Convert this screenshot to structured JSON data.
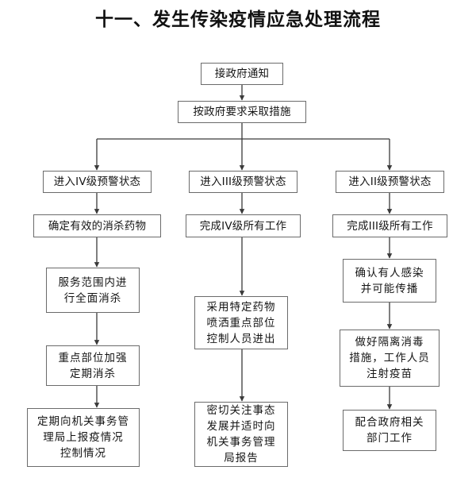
{
  "title": "十一、发生传染疫情应急处理流程",
  "chart_data": {
    "type": "diagram",
    "title": "十一、发生传染疫情应急处理流程",
    "orientation": "top-down",
    "branch_count": 3,
    "nodes": [
      {
        "id": "n1",
        "label": "接政府通知",
        "column": "center",
        "level": 0
      },
      {
        "id": "n2",
        "label": "按政府要求采取措施",
        "column": "center",
        "level": 1
      },
      {
        "id": "L1",
        "label": "进入IV级预警状态",
        "column": "left",
        "level": 2
      },
      {
        "id": "L2",
        "label": "确定有效的消杀药物",
        "column": "left",
        "level": 3
      },
      {
        "id": "L3",
        "label": "服务范围内进\n行全面消杀",
        "column": "left",
        "level": 4
      },
      {
        "id": "L4",
        "label": "重点部位加强\n定期消杀",
        "column": "left",
        "level": 5
      },
      {
        "id": "L5",
        "label": "定期向机关事务管\n理局上报疫情况\n控制情况",
        "column": "left",
        "level": 6
      },
      {
        "id": "M1",
        "label": "进入III级预警状态",
        "column": "middle",
        "level": 2
      },
      {
        "id": "M2",
        "label": "完成IV级所有工作",
        "column": "middle",
        "level": 3
      },
      {
        "id": "M3",
        "label": "采用特定药物\n喷洒重点部位\n控制人员进出",
        "column": "middle",
        "level": 4
      },
      {
        "id": "M4",
        "label": "密切关注事态\n发展并适时向\n机关事务管理\n局报告",
        "column": "middle",
        "level": 6
      },
      {
        "id": "R1",
        "label": "进入II级预警状态",
        "column": "right",
        "level": 2
      },
      {
        "id": "R2",
        "label": "完成III级所有工作",
        "column": "right",
        "level": 3
      },
      {
        "id": "R3",
        "label": "确认有人感染\n并可能传播",
        "column": "right",
        "level": 4
      },
      {
        "id": "R4",
        "label": "做好隔离消毒\n措施，工作人员\n注射疫苗",
        "column": "right",
        "level": 5
      },
      {
        "id": "R5",
        "label": "配合政府相关\n部门工作",
        "column": "right",
        "level": 6
      }
    ],
    "edges": [
      {
        "from": "n1",
        "to": "n2"
      },
      {
        "from": "n2",
        "to": "L1"
      },
      {
        "from": "n2",
        "to": "M1"
      },
      {
        "from": "n2",
        "to": "R1"
      },
      {
        "from": "L1",
        "to": "L2"
      },
      {
        "from": "L2",
        "to": "L3"
      },
      {
        "from": "L3",
        "to": "L4"
      },
      {
        "from": "L4",
        "to": "L5"
      },
      {
        "from": "M1",
        "to": "M2"
      },
      {
        "from": "M2",
        "to": "M3"
      },
      {
        "from": "M3",
        "to": "M4"
      },
      {
        "from": "R1",
        "to": "R2"
      },
      {
        "from": "R2",
        "to": "R3"
      },
      {
        "from": "R3",
        "to": "R4"
      },
      {
        "from": "R4",
        "to": "R5"
      }
    ],
    "colors": {
      "background": "#ffffff",
      "node_fill": "#ffffff",
      "node_border": "#6b6b6b",
      "connector": "#3a3a3a",
      "text": "#151515",
      "title": "#111111"
    }
  },
  "nodes": {
    "n1": "接政府通知",
    "n2": "按政府要求采取措施",
    "L1": "进入IV级预警状态",
    "L2": "确定有效的消杀药物",
    "L3": "服务范围内进\n行全面消杀",
    "L4": "重点部位加强\n定期消杀",
    "L5": "定期向机关事务管\n理局上报疫情况\n控制情况",
    "M1": "进入III级预警状态",
    "M2": "完成IV级所有工作",
    "M3": "采用特定药物\n喷洒重点部位\n控制人员进出",
    "M4": "密切关注事态\n发展并适时向\n机关事务管理\n局报告",
    "R1": "进入II级预警状态",
    "R2": "完成III级所有工作",
    "R3": "确认有人感染\n并可能传播",
    "R4": "做好隔离消毒\n措施，工作人员\n注射疫苗",
    "R5": "配合政府相关\n部门工作"
  }
}
